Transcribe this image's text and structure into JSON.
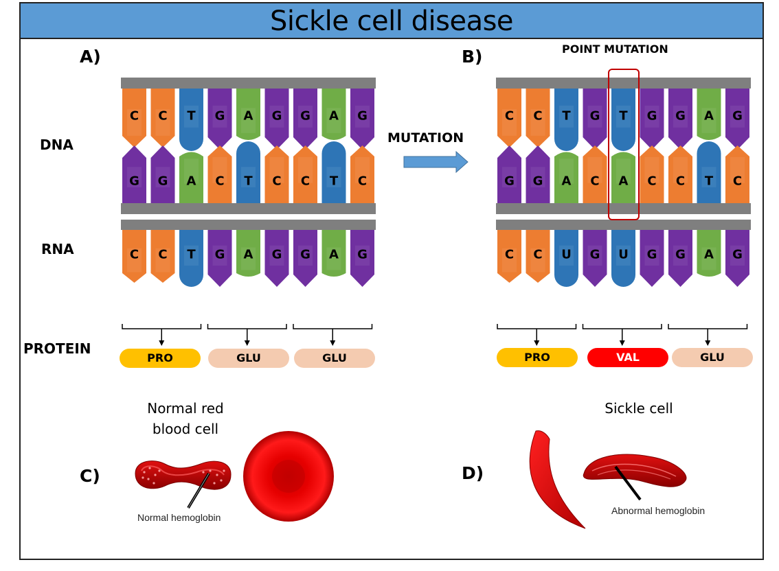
{
  "title": "Sickle cell disease",
  "panels": {
    "a": "A)",
    "b": "B)",
    "c": "C)",
    "d": "D)"
  },
  "row_labels": {
    "dna": "DNA",
    "rna": "RNA",
    "protein": "PROTEIN"
  },
  "mutation_arrow_label": "MUTATION",
  "point_mutation_label": "POINT MUTATION",
  "normal": {
    "dna_top": [
      "C",
      "C",
      "T",
      "G",
      "A",
      "G",
      "G",
      "A",
      "G"
    ],
    "dna_bottom": [
      "G",
      "G",
      "A",
      "C",
      "T",
      "C",
      "C",
      "T",
      "C"
    ],
    "rna": [
      "C",
      "C",
      "T",
      "G",
      "A",
      "G",
      "G",
      "A",
      "G"
    ],
    "proteins": [
      "PRO",
      "GLU",
      "GLU"
    ]
  },
  "mutant": {
    "dna_top": [
      "C",
      "C",
      "T",
      "G",
      "T",
      "G",
      "G",
      "A",
      "G"
    ],
    "dna_bottom": [
      "G",
      "G",
      "A",
      "C",
      "A",
      "C",
      "C",
      "T",
      "C"
    ],
    "rna": [
      "C",
      "C",
      "U",
      "G",
      "U",
      "G",
      "G",
      "A",
      "G"
    ],
    "proteins": [
      "PRO",
      "VAL",
      "GLU"
    ],
    "mutated_index": 4
  },
  "colors": {
    "C": "#ed7d31",
    "G": "#7030a0",
    "T": "#2e75b6",
    "U": "#2e75b6",
    "A": "#70ad47",
    "backbone": "#7f7f7f",
    "title_bar": "#5b9bd5",
    "pro": "#ffc000",
    "glu": "#f4cbb0",
    "val": "#ff0000",
    "highlight_box": "#c00000",
    "arrow": "#5b9bd5"
  },
  "normal_cell_title": "Normal red blood cell",
  "sickle_cell_title": "Sickle cell",
  "normal_caption": "Normal hemoglobin",
  "abnormal_caption": "Abnormal hemoglobin"
}
